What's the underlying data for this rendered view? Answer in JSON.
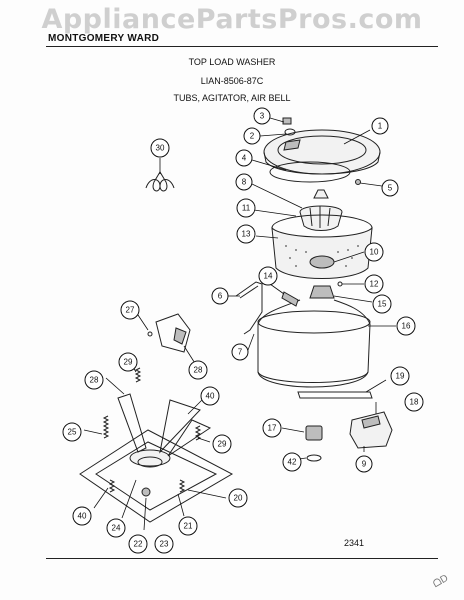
{
  "watermark": "AppliancePartsPros.com",
  "header": {
    "brand": "MONTGOMERY WARD",
    "product": "TOP LOAD WASHER",
    "model": "LIAN-8506-87C",
    "section": "TUBS, AGITATOR, AIR BELL"
  },
  "footer": {
    "diagram_id": "2341",
    "corner_mark": "ᗝD"
  },
  "callouts": [
    "1",
    "2",
    "3",
    "4",
    "5",
    "6",
    "7",
    "8",
    "10",
    "11",
    "12",
    "13",
    "14",
    "15",
    "16",
    "17",
    "18",
    "19",
    "20",
    "21",
    "22",
    "23",
    "24",
    "25",
    "27",
    "28",
    "28",
    "29",
    "29",
    "30",
    "40",
    "40",
    "42",
    "9"
  ]
}
